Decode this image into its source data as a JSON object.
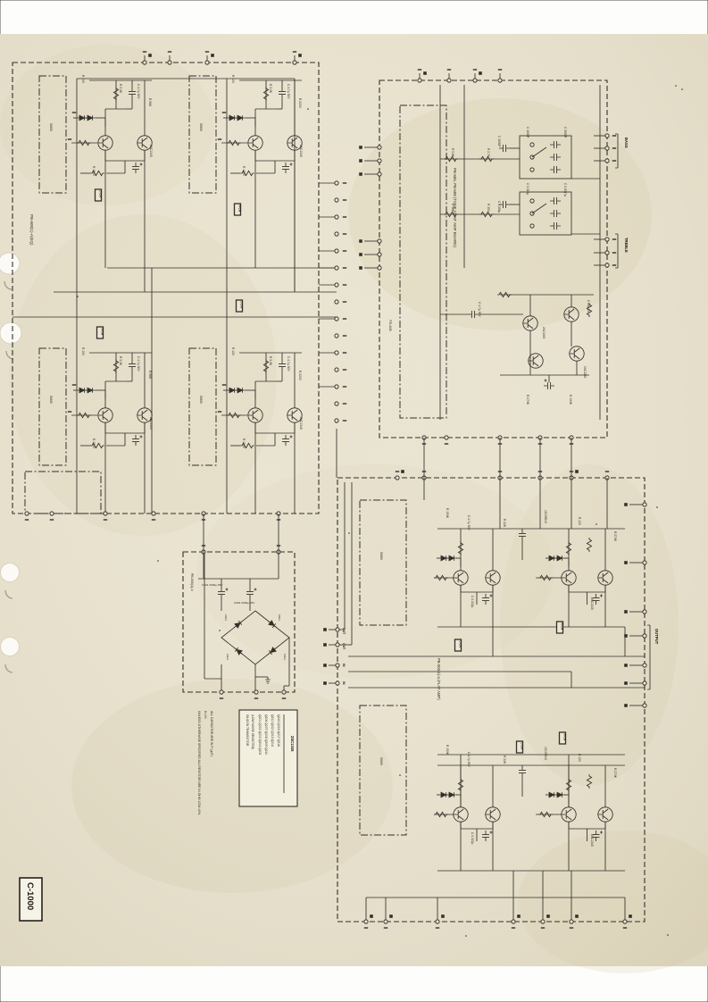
{
  "page": {
    "part_number": "C-1000"
  },
  "colors": {
    "paper": "#e9e3d0",
    "ink": "#33302a",
    "margin": "#fdfdfb",
    "stain": "#d8cdaa"
  },
  "notes": {
    "line1": "UNLESS OTHERWISE SPECIFIED ALL RESISTOR ARE IN OHM 1/2W ±5%.",
    "line2": "K=10³",
    "line3": "ALL CAPACITOR ARE IN P (µµF)."
  },
  "legend": {
    "heading": "SILICON TRANSISTOR",
    "subheading": "(LOW NOISE SELECTED)",
    "rows": [
      "Q201 Q202 Q203 Q204 Q205",
      "Q206 Q207 Q208 Q209 Q210",
      "Q211 Q212 Q213 Q214",
      "Q215 Q216 Q217 Q218"
    ],
    "footer": "2SC1345"
  },
  "boards": {
    "eq": {
      "label": "PB-600(1)-A(EQ)",
      "pots": [
        "50KB",
        "50KB",
        "50KB",
        "50KB"
      ],
      "tags": [
        "L-CH",
        "R-CH",
        "L-CH",
        "R-CH"
      ]
    },
    "tone": {
      "label": "PB-606, PB-608 (TONE CONT AMP BOARD)",
      "inner_label": "PB-608",
      "connectors": [
        "BASS",
        "TREBLE"
      ]
    },
    "power": {
      "label": "PB-600(1)-b"
    },
    "flat": {
      "label": "PB-600(1)-a (FLAT AMP)",
      "pots": [
        "50KB",
        "50KB"
      ],
      "tags": [
        "L-CH",
        "R-CH",
        "L-CH",
        "R-CH"
      ],
      "terminals_left": [
        "OUT",
        "OUT",
        "IN",
        "IN"
      ],
      "connector": "OUTPUT"
    }
  },
  "components": {
    "eq_cells": [
      [
        "R 150",
        "R 3.3K",
        "C 4.7µ 50V",
        "R 56K",
        "R 1500",
        "2SC1345"
      ],
      [
        "R 120",
        "R 3.3K",
        "C 4.7µ 50V",
        "R 2200",
        "R 1500",
        "2SC1345"
      ],
      [
        "R 150",
        "R 3.3K",
        "C 4.7µ 50V",
        "R 56K",
        "R 1500",
        "2SC1345"
      ],
      [
        "R 120",
        "R 3.3K",
        "C 4.7µ 50V",
        "R 2200",
        "R 1500",
        "2SC1345"
      ]
    ],
    "tone": {
      "caps": [
        "C 1000P",
        "C 3300P",
        "C 1000P",
        "C 0.015µ",
        "C 0.0047µ",
        "C 0.033µ"
      ],
      "res": [
        "R 5.6K",
        "R 2.7K",
        "R 56K",
        "R 150",
        "R 1K",
        "R 220"
      ],
      "misc": [
        "C 4.7µ 50V",
        "C 33µ 6V",
        "R 270K",
        "R 100K"
      ],
      "trans": [
        "2SC1345",
        "2SC1345"
      ]
    },
    "flat_cells": [
      [
        "R 150K",
        "C 4.7µ 50V",
        "R 22K",
        "1S1555×2",
        "R 120",
        "R 270K",
        "C 0.022µ",
        "2SC1345"
      ],
      [
        "R 150K",
        "C 4.7µ 50V",
        "R 22K",
        "1S1555×2",
        "R 120",
        "R 270K",
        "C 0.022µ",
        "2SC1345"
      ]
    ],
    "power": [
      "C601 3300µ 25V",
      "C602 3300µ 25V",
      "10E1",
      "10E1",
      "10E1",
      "10E1"
    ]
  }
}
